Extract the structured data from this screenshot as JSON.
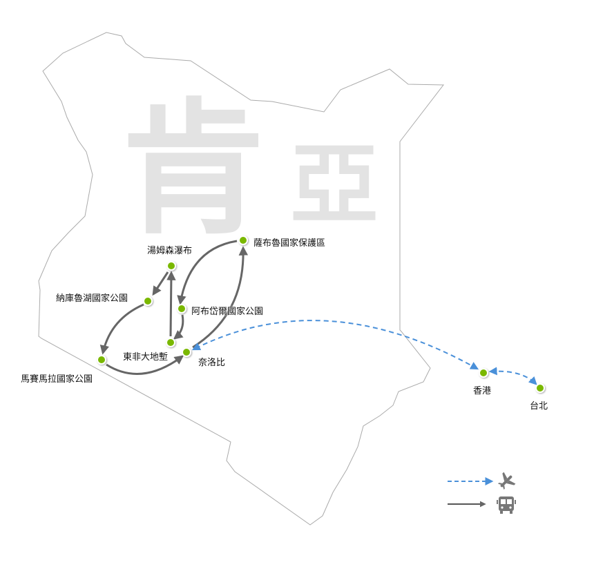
{
  "watermark": {
    "char1": "肯",
    "char2": "亞"
  },
  "colors": {
    "route_bus": "#666666",
    "route_air": "#4a90d9",
    "dot": "#7ab800",
    "outline": "#a8a8a8",
    "watermark": "#e3e3e3"
  },
  "locations": {
    "thomson_falls": "湯姆森瀑布",
    "lake_nakuru": "納庫魯湖國家公園",
    "aberdare": "阿布岱爾國家公園",
    "samburu": "薩布魯國家保護區",
    "rift_valley": "東非大地塹",
    "nairobi": "奈洛比",
    "masai_mara": "馬賽馬拉國家公園",
    "hong_kong": "香港",
    "taipei": "台北"
  },
  "legend": [
    {
      "line": "dashed-blue-arrow",
      "icon": "airplane-icon"
    },
    {
      "line": "solid-gray-arrow",
      "icon": "bus-icon"
    }
  ]
}
